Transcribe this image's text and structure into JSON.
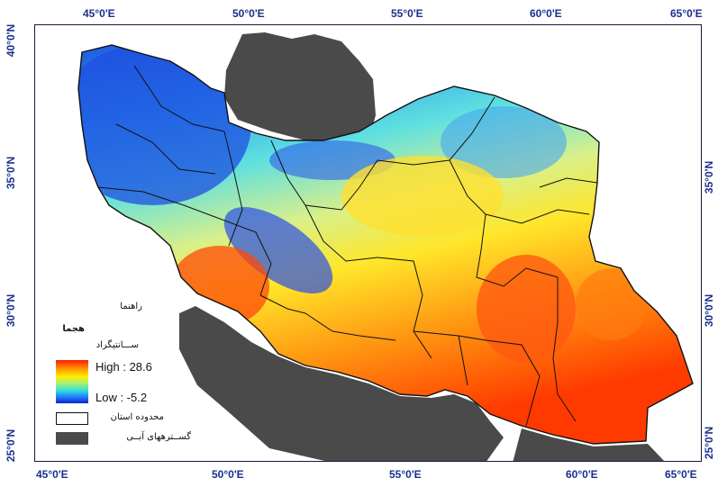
{
  "axes": {
    "top_ticks": [
      "45°0'E",
      "50°0'E",
      "55°0'E",
      "60°0'E",
      "65°0'E"
    ],
    "bottom_ticks": [
      "45°0'E",
      "50°0'E",
      "55°0'E",
      "60°0'E",
      "65°0'E"
    ],
    "left_ticks": [
      "40°0'N",
      "35°0'N",
      "30°0'N",
      "25°0'N"
    ],
    "right_ticks": [
      "35°0'N",
      "30°0'N",
      "25°0'N"
    ]
  },
  "legend": {
    "title": "راهنما",
    "subtitle": "هجما",
    "variable": "ســـانتیگراد",
    "high_label": "High : 28.6",
    "low_label": "Low : -5.2",
    "boundary_label": "محدوده استان",
    "water_label": "گســترههای آبــی"
  },
  "colors": {
    "high": "#ff1a00",
    "mid": "#ffee00",
    "low": "#1024c8",
    "water": "#4a4a4a",
    "axis_text": "#1c2f8c"
  }
}
